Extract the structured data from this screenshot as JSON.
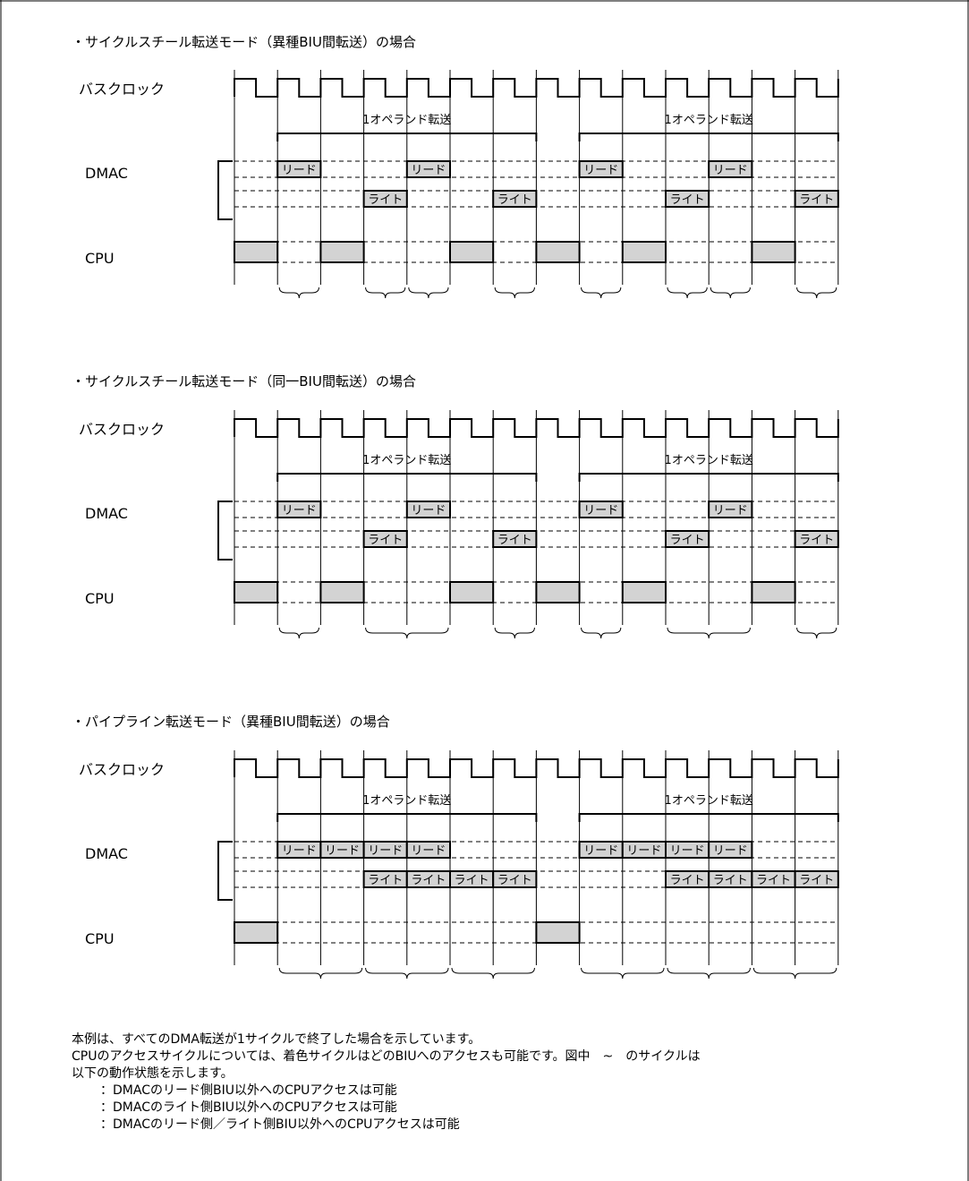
{
  "sections": [
    {
      "heading": "・サイクルスチール転送モード（異種BIU間転送）の場合",
      "clock_label": "バスクロック",
      "dmac_label": "DMAC",
      "cpu_label": "CPU",
      "operand_label": "1オペランド転送",
      "read_label": "リード",
      "write_label": "ライト"
    },
    {
      "heading": "・サイクルスチール転送モード（同一BIU間転送）の場合",
      "clock_label": "バスクロック",
      "dmac_label": "DMAC",
      "cpu_label": "CPU",
      "operand_label": "1オペランド転送",
      "read_label": "リード",
      "write_label": "ライト"
    },
    {
      "heading": "・パイプライン転送モード（異種BIU間転送）の場合",
      "clock_label": "バスクロック",
      "dmac_label": "DMAC",
      "cpu_label": "CPU",
      "operand_label": "1オペランド転送",
      "read_label": "リード",
      "write_label": "ライト"
    }
  ],
  "timing": {
    "clock_cycles": 14,
    "sequences": [
      {
        "operand_spans": [
          [
            1,
            6
          ],
          [
            8,
            13
          ]
        ],
        "reads": [
          1,
          4,
          8,
          11
        ],
        "writes": [
          3,
          6,
          10,
          13
        ],
        "cpu_busy": [
          0,
          2,
          5,
          7,
          9,
          12
        ],
        "braces": [
          [
            1,
            1
          ],
          [
            3,
            3
          ],
          [
            4,
            4
          ],
          [
            6,
            6
          ],
          [
            8,
            8
          ],
          [
            10,
            10
          ],
          [
            11,
            11
          ],
          [
            13,
            13
          ]
        ]
      },
      {
        "operand_spans": [
          [
            1,
            6
          ],
          [
            8,
            13
          ]
        ],
        "reads": [
          1,
          4,
          8,
          11
        ],
        "writes": [
          3,
          6,
          10,
          13
        ],
        "cpu_busy": [
          0,
          2,
          5,
          7,
          9,
          12
        ],
        "braces": [
          [
            1,
            1
          ],
          [
            3,
            4
          ],
          [
            6,
            6
          ],
          [
            8,
            8
          ],
          [
            10,
            11
          ],
          [
            13,
            13
          ]
        ]
      },
      {
        "operand_spans": [
          [
            1,
            6
          ],
          [
            8,
            13
          ]
        ],
        "reads": [
          1,
          2,
          3,
          4,
          8,
          9,
          10,
          11
        ],
        "writes": [
          3,
          4,
          5,
          6,
          10,
          11,
          12,
          13
        ],
        "cpu_busy": [
          0,
          7
        ],
        "braces": [
          [
            1,
            2
          ],
          [
            3,
            4
          ],
          [
            5,
            6
          ],
          [
            8,
            9
          ],
          [
            10,
            11
          ],
          [
            12,
            13
          ]
        ]
      }
    ]
  },
  "notes": {
    "line1": "本例は、すべてのDMA転送が1サイクルで終了した場合を示しています。",
    "line2": "CPUのアクセスサイクルについては、着色サイクルはどのBIUへのアクセスも可能です。図中　~　のサイクルは",
    "line3": "以下の動作状態を示します。",
    "items": [
      "：DMACのリード側BIU以外へのCPUアクセスは可能",
      "：DMACのライト側BIU以外へのCPUアクセスは可能",
      "：DMACのリード側／ライト側BIU以外へのCPUアクセスは可能"
    ]
  },
  "colors": {
    "box_fill": "#d3d3d3",
    "line": "#000000",
    "frame": "#000000"
  }
}
